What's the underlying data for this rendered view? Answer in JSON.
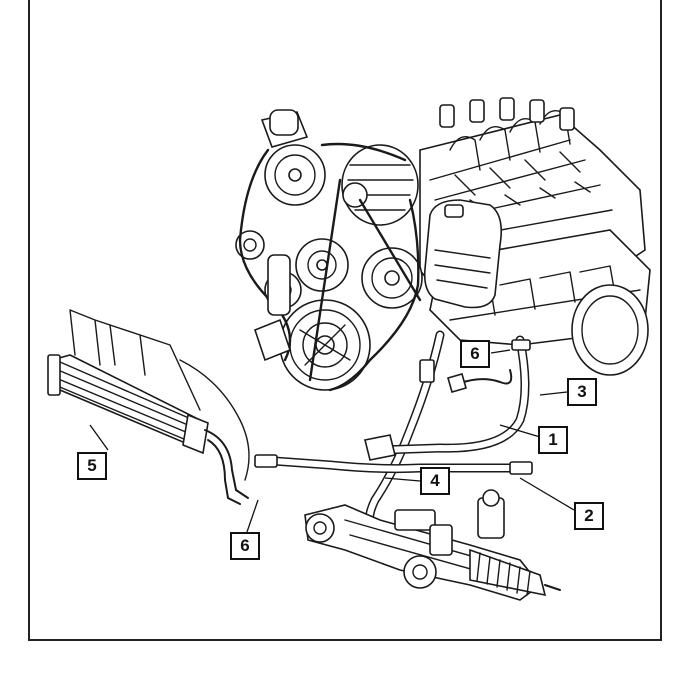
{
  "diagram": {
    "callouts": [
      {
        "id": "c1",
        "label": "1"
      },
      {
        "id": "c2",
        "label": "2"
      },
      {
        "id": "c3",
        "label": "3"
      },
      {
        "id": "c4",
        "label": "4"
      },
      {
        "id": "c5",
        "label": "5"
      },
      {
        "id": "c6a",
        "label": "6"
      },
      {
        "id": "c6b",
        "label": "6"
      }
    ],
    "colors": {
      "line": "#1a1a1a",
      "background": "#ffffff"
    }
  }
}
